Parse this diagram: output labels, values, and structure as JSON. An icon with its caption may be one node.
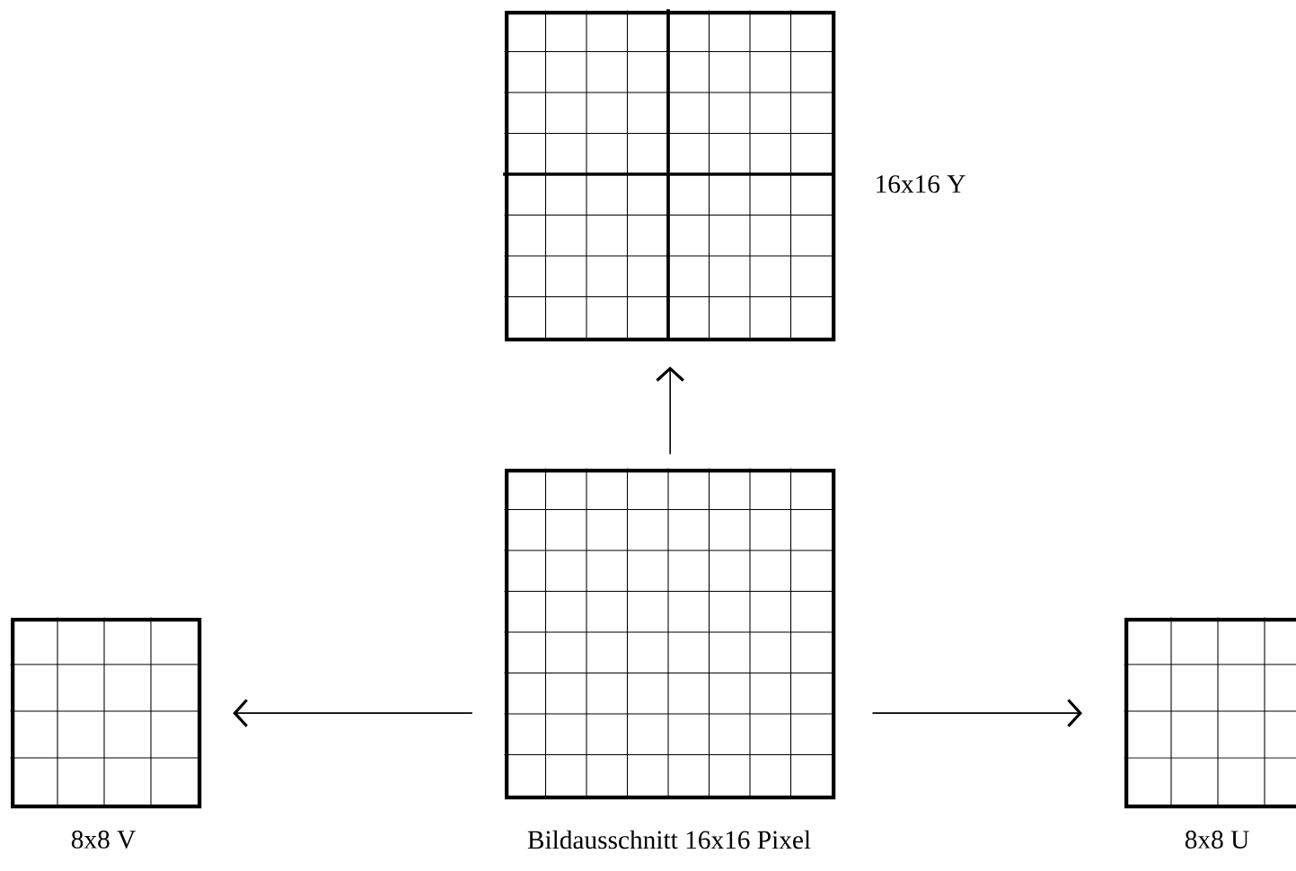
{
  "diagram": {
    "nodes": [
      {
        "text": [],
        "shape": "box",
        "beside": [
          "Bildausschnitt 16x16 Pixel"
        ]
      },
      {
        "text": [],
        "shape": "box",
        "beside": [
          "16x16 Y"
        ]
      },
      {
        "text": [],
        "shape": "box",
        "beside": [
          "8x8 V"
        ]
      },
      {
        "text": [],
        "shape": "box",
        "beside": [
          "8x8 U"
        ]
      }
    ],
    "edges": [
      {
        "from": 0,
        "to": 1,
        "arrow": "to"
      },
      {
        "from": 0,
        "to": 2,
        "arrow": "to"
      },
      {
        "from": 0,
        "to": 3,
        "arrow": "to"
      }
    ]
  }
}
